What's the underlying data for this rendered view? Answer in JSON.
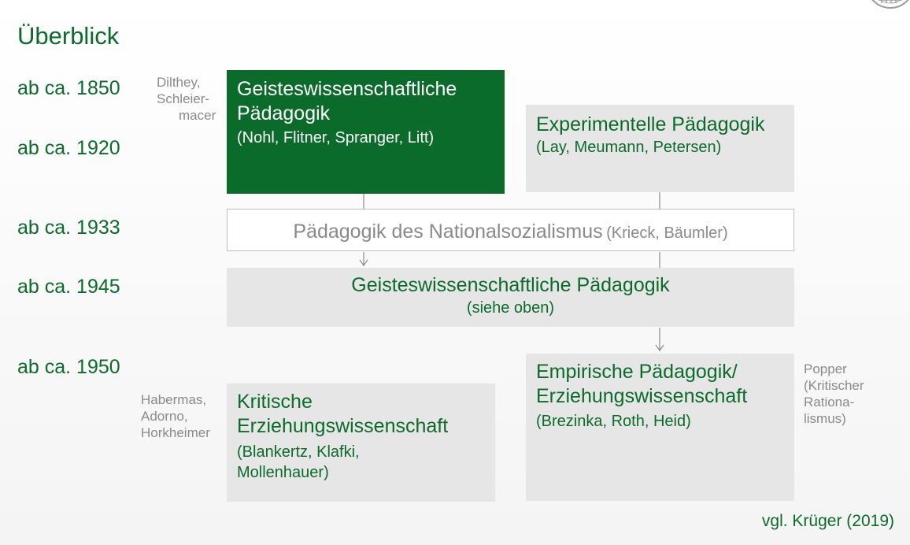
{
  "title": "Überblick",
  "years": [
    "ab ca. 1850",
    "ab ca. 1920",
    "ab ca. 1933",
    "ab ca. 1945",
    "ab ca. 1950"
  ],
  "persons": {
    "dilthey": [
      "Dilthey,",
      "Schleier-",
      "macer"
    ],
    "habermas": [
      "Habermas,",
      "Adorno,",
      "Horkheimer"
    ],
    "popper": [
      "Popper",
      "(Kritischer",
      "Rationa-",
      "lismus)"
    ]
  },
  "boxes": {
    "geist": {
      "title_lines": [
        "Geisteswissenschaftliche",
        "Pädagogik"
      ],
      "sub": "(Nohl, Flitner, Spranger, Litt)"
    },
    "experimentell": {
      "title": "Experimentelle Pädagogik",
      "sub": "(Lay, Meumann, Petersen)"
    },
    "ns": {
      "title": "Pädagogik des Nationalsozialismus",
      "sub": "(Krieck, Bäumler)"
    },
    "geist2": {
      "title": "Geisteswissenschaftliche Pädagogik",
      "sub": "(siehe oben)"
    },
    "empirisch": {
      "title_lines": [
        "Empirische Pädagogik/",
        "Erziehungswissenschaft"
      ],
      "sub": "(Brezinka, Roth, Heid)"
    },
    "kritisch": {
      "title_lines": [
        "Kritische",
        "Erziehungswissenschaft"
      ],
      "sub_lines": [
        "(Blankertz, Klafki,",
        "Mollenhauer)"
      ]
    }
  },
  "source": "vgl. Krüger (2019)",
  "colors": {
    "accent": "#0b6b2a",
    "box_gray": "#e6e6e6",
    "muted": "#8a8a8a"
  }
}
